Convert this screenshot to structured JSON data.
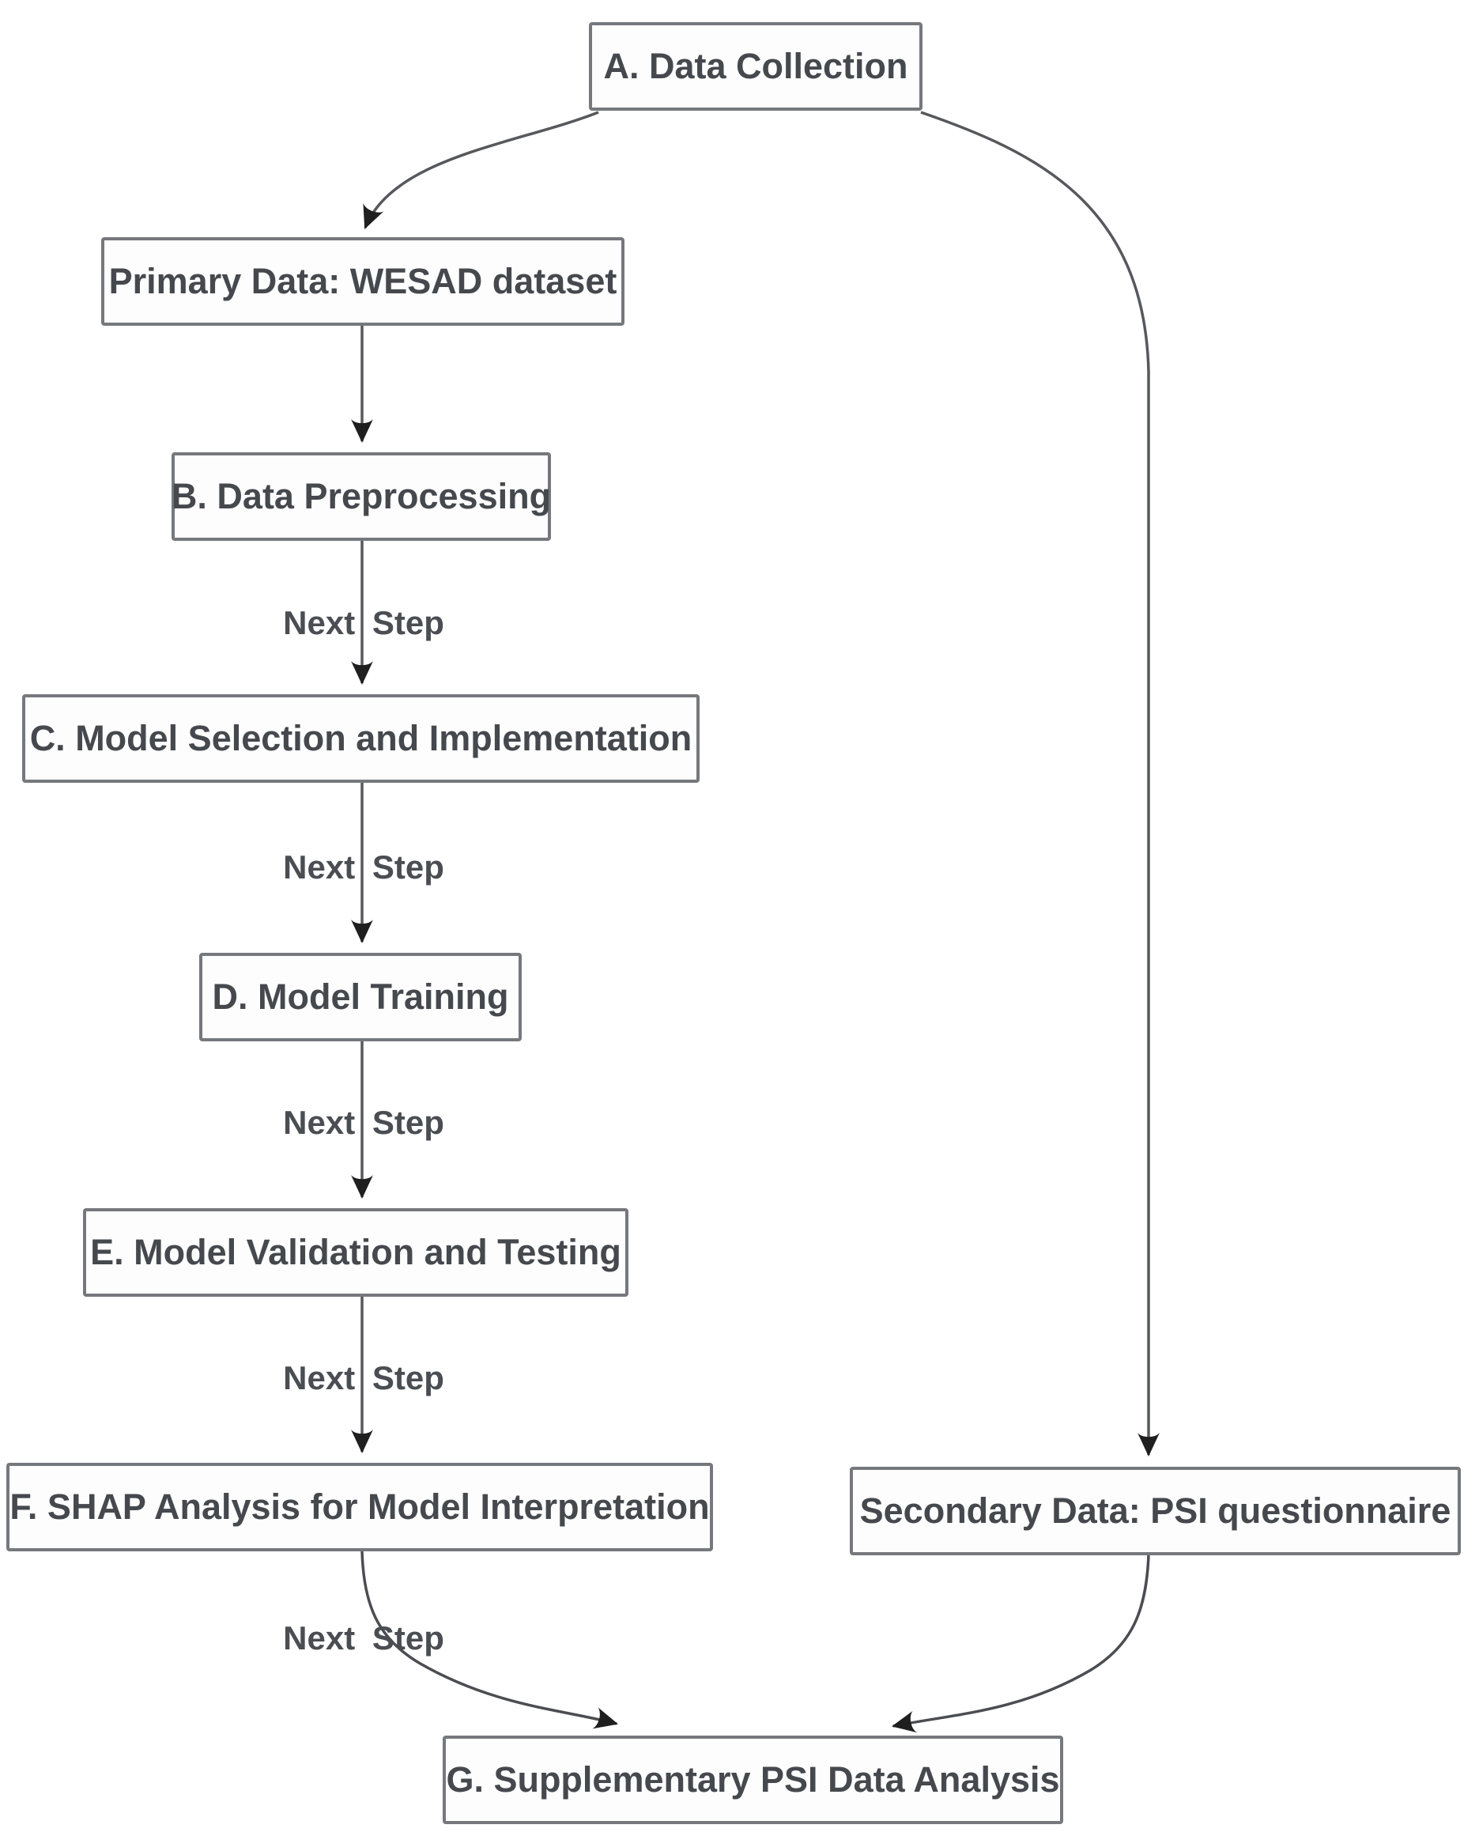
{
  "diagram": {
    "colors": {
      "box_border": "#75787c",
      "box_fill": "#fdfdfd",
      "text": "#45494e",
      "arrow_line": "#55585c",
      "arrowhead": "#1f1f1f",
      "background": "#ffffff"
    },
    "nodes": [
      {
        "id": "a",
        "label": "A. Data Collection"
      },
      {
        "id": "primary",
        "label": "Primary Data: WESAD dataset"
      },
      {
        "id": "b",
        "label": "B. Data Preprocessing"
      },
      {
        "id": "c",
        "label": "C. Model Selection and Implementation"
      },
      {
        "id": "d",
        "label": "D. Model Training"
      },
      {
        "id": "e",
        "label": "E. Model Validation and Testing"
      },
      {
        "id": "f",
        "label": "F. SHAP Analysis for Model Interpretation"
      },
      {
        "id": "secondary",
        "label": "Secondary Data: PSI questionnaire"
      },
      {
        "id": "g",
        "label": "G. Supplementary PSI Data Analysis"
      }
    ],
    "edges": [
      {
        "from": "a",
        "to": "primary",
        "label": ""
      },
      {
        "from": "a",
        "to": "secondary",
        "label": ""
      },
      {
        "from": "primary",
        "to": "b",
        "label": ""
      },
      {
        "from": "b",
        "to": "c",
        "label": "Next Step"
      },
      {
        "from": "c",
        "to": "d",
        "label": "Next Step"
      },
      {
        "from": "d",
        "to": "e",
        "label": "Next Step"
      },
      {
        "from": "e",
        "to": "f",
        "label": "Next Step"
      },
      {
        "from": "f",
        "to": "g",
        "label": "Next Step"
      },
      {
        "from": "secondary",
        "to": "g",
        "label": ""
      }
    ]
  }
}
